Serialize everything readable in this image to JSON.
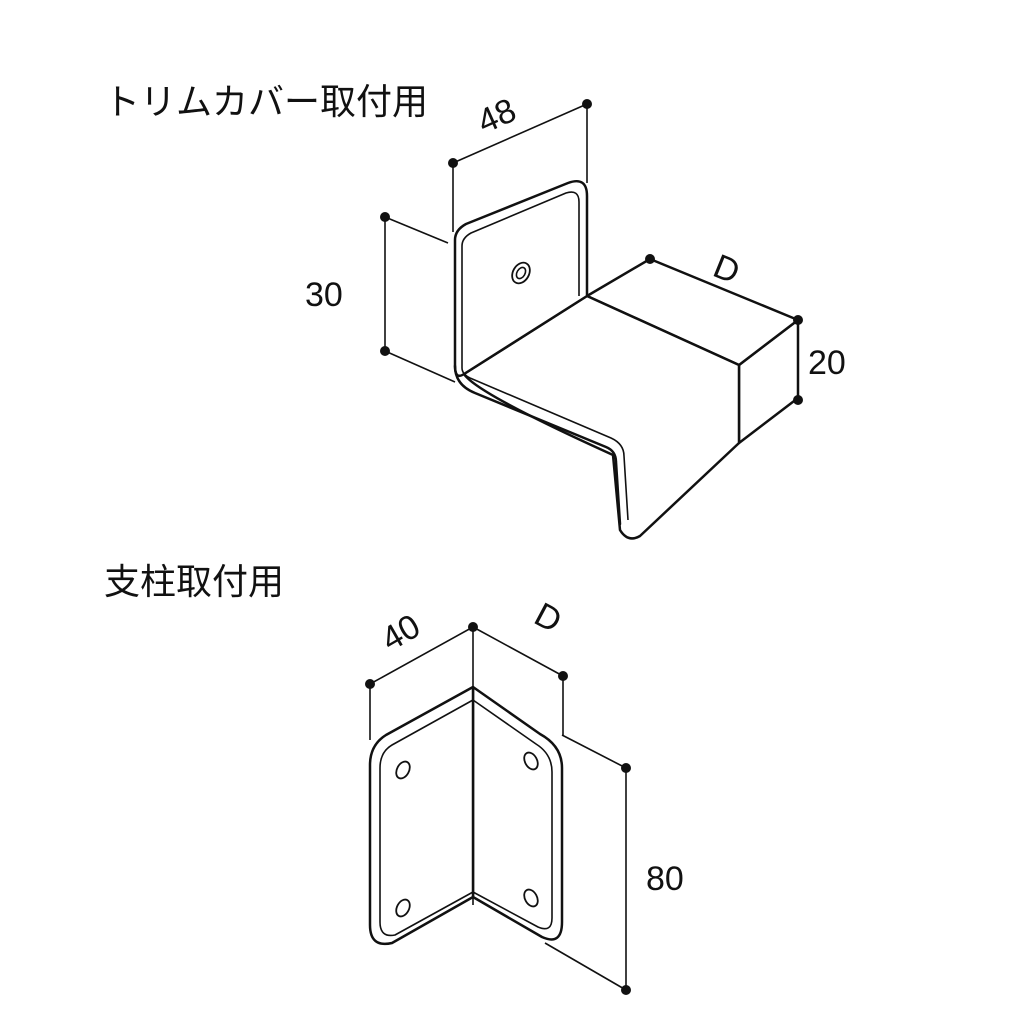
{
  "trim_cover_bracket": {
    "heading": "トリムカバー取付用",
    "dim_width": "48",
    "dim_height": "30",
    "dim_depth": "D",
    "dim_step": "20"
  },
  "post_bracket": {
    "heading": "支柱取付用",
    "dim_width": "40",
    "dim_depth": "D",
    "dim_height": "80"
  }
}
